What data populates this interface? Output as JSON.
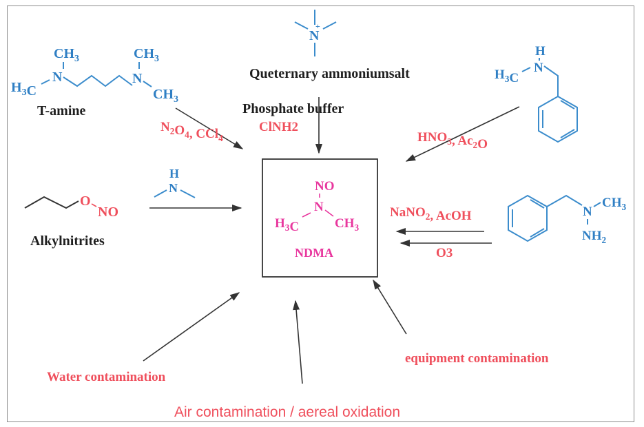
{
  "colors": {
    "molecule": "#2f7fc4",
    "product": "#e8379e",
    "reagent": "#ef4f5c",
    "label": "#1f1f1f",
    "arrow": "#333333"
  },
  "top": {
    "quaternary_label": "Queternary ammoniumsalt",
    "quaternary_atom": "N",
    "quaternary_charge": "+",
    "phosphate_label": "Phosphate buffer",
    "clnh2": "ClNH2"
  },
  "tamine": {
    "label": "T-amine",
    "ch3_a": "CH3",
    "h3c": "H3C",
    "n1": "N",
    "ch3_b": "CH3",
    "n2": "N",
    "ch3_c": "CH3",
    "reagent": "N2O4, CCl4"
  },
  "benzylmethylamine": {
    "h": "H",
    "n": "N",
    "h3c": "H3C",
    "reagent": "HNO3, Ac2O"
  },
  "alkylnitrite": {
    "label": "Alkylnitrites",
    "o": "O",
    "no": "NO",
    "amine_h": "H",
    "amine_n": "N"
  },
  "ndma": {
    "no": "NO",
    "n": "N",
    "h3c": "H3C",
    "ch3": "CH3",
    "label": "NDMA"
  },
  "hydrazine": {
    "n": "N",
    "ch3": "CH3",
    "nh2": "NH2",
    "reagent1": "NaNO2, AcOH",
    "reagent2": "O3"
  },
  "sources": {
    "water": "Water contamination",
    "equipment": "equipment contamination",
    "air": "Air contamination / aereal oxidation"
  }
}
